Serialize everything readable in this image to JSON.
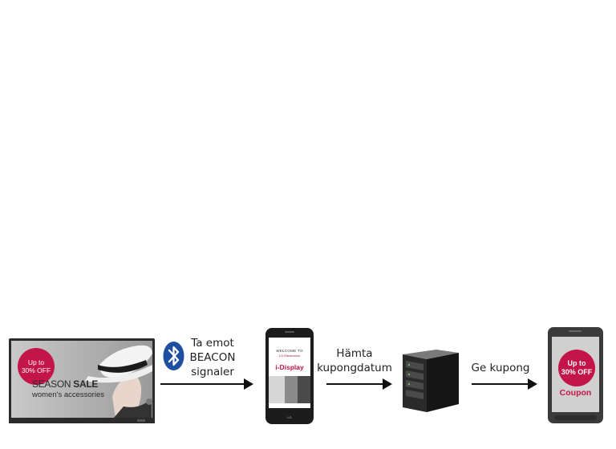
{
  "signage": {
    "badge_line1": "Up to",
    "badge_line2": "30% OFF",
    "title_plain": "SEASON ",
    "title_bold": "SALE",
    "subtitle": "women's accessories"
  },
  "step1": {
    "line1": "Ta emot",
    "line2": "BEACON",
    "line3": "signaler"
  },
  "phone_app": {
    "welcome": "WELCOME TO",
    "brand": "LG Electronics",
    "app_name": "i-Display",
    "logo": "LG"
  },
  "step2": {
    "line1": "Hämta",
    "line2": "kupongdatum"
  },
  "step3": {
    "line1": "Ge kupong"
  },
  "coupon": {
    "line1": "Up to",
    "line2": "30% OFF",
    "word": "Coupon"
  },
  "icons": [
    "bluetooth-icon",
    "server-icon"
  ],
  "colors": {
    "accent": "#c41548",
    "bluetooth": "#1f4fa0"
  }
}
